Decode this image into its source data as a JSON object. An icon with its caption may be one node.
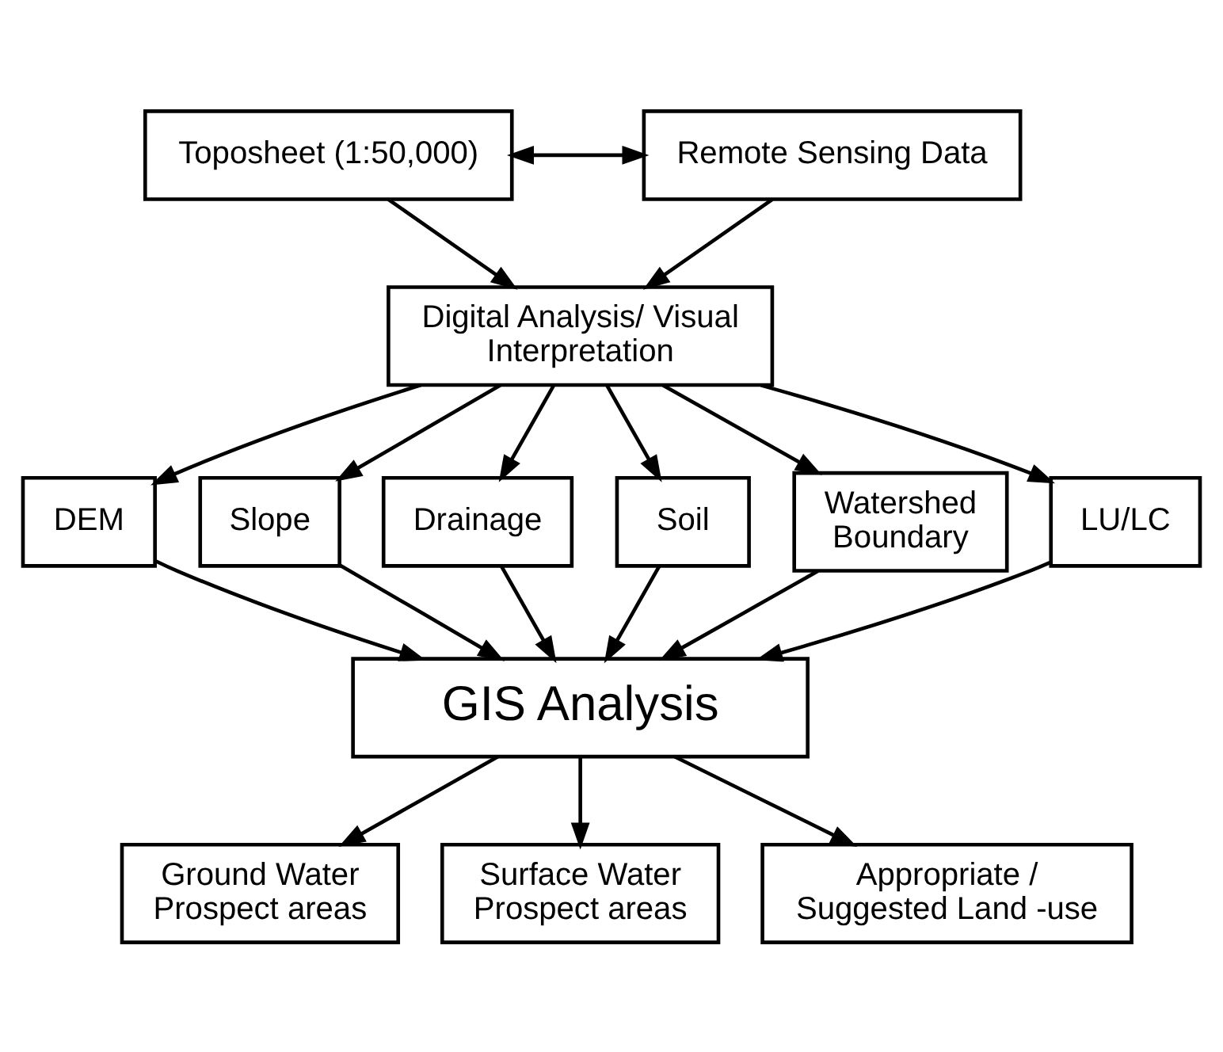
{
  "diagram": {
    "nodes": [
      {
        "text": [
          "Toposheet (1:50,000)"
        ]
      },
      {
        "text": [
          "Remote Sensing Data"
        ]
      },
      {
        "text": [
          "Digital Analysis/ Visual Interpretation"
        ]
      },
      {
        "text": [
          "DEM"
        ]
      },
      {
        "text": [
          "Slope"
        ]
      },
      {
        "text": [
          "Drainage"
        ]
      },
      {
        "text": [
          "Soil"
        ]
      },
      {
        "text": [
          "Watershed Boundary"
        ]
      },
      {
        "text": [
          "LU/LC"
        ]
      },
      {
        "text": [
          "GIS Analysis"
        ]
      },
      {
        "text": [
          "Ground Water Prospect areas"
        ]
      },
      {
        "text": [
          "Surface Water Prospect areas"
        ]
      },
      {
        "text": [
          "Appropriate / Suggested Land -use"
        ]
      }
    ],
    "edges": [
      {
        "from": 0,
        "to": 1,
        "arrow": "both"
      },
      {
        "from": 0,
        "to": 2,
        "arrow": "to"
      },
      {
        "from": 1,
        "to": 2,
        "arrow": "to"
      },
      {
        "from": 2,
        "to": 3,
        "arrow": "to"
      },
      {
        "from": 2,
        "to": 4,
        "arrow": "to"
      },
      {
        "from": 2,
        "to": 5,
        "arrow": "to"
      },
      {
        "from": 2,
        "to": 6,
        "arrow": "to"
      },
      {
        "from": 2,
        "to": 7,
        "arrow": "to"
      },
      {
        "from": 2,
        "to": 8,
        "arrow": "to"
      },
      {
        "from": 3,
        "to": 9,
        "arrow": "to"
      },
      {
        "from": 4,
        "to": 9,
        "arrow": "to"
      },
      {
        "from": 5,
        "to": 9,
        "arrow": "to"
      },
      {
        "from": 6,
        "to": 9,
        "arrow": "to"
      },
      {
        "from": 7,
        "to": 9,
        "arrow": "to"
      },
      {
        "from": 8,
        "to": 9,
        "arrow": "to"
      },
      {
        "from": 9,
        "to": 10,
        "arrow": "to"
      },
      {
        "from": 9,
        "to": 11,
        "arrow": "to"
      },
      {
        "from": 9,
        "to": 12,
        "arrow": "to"
      }
    ]
  }
}
